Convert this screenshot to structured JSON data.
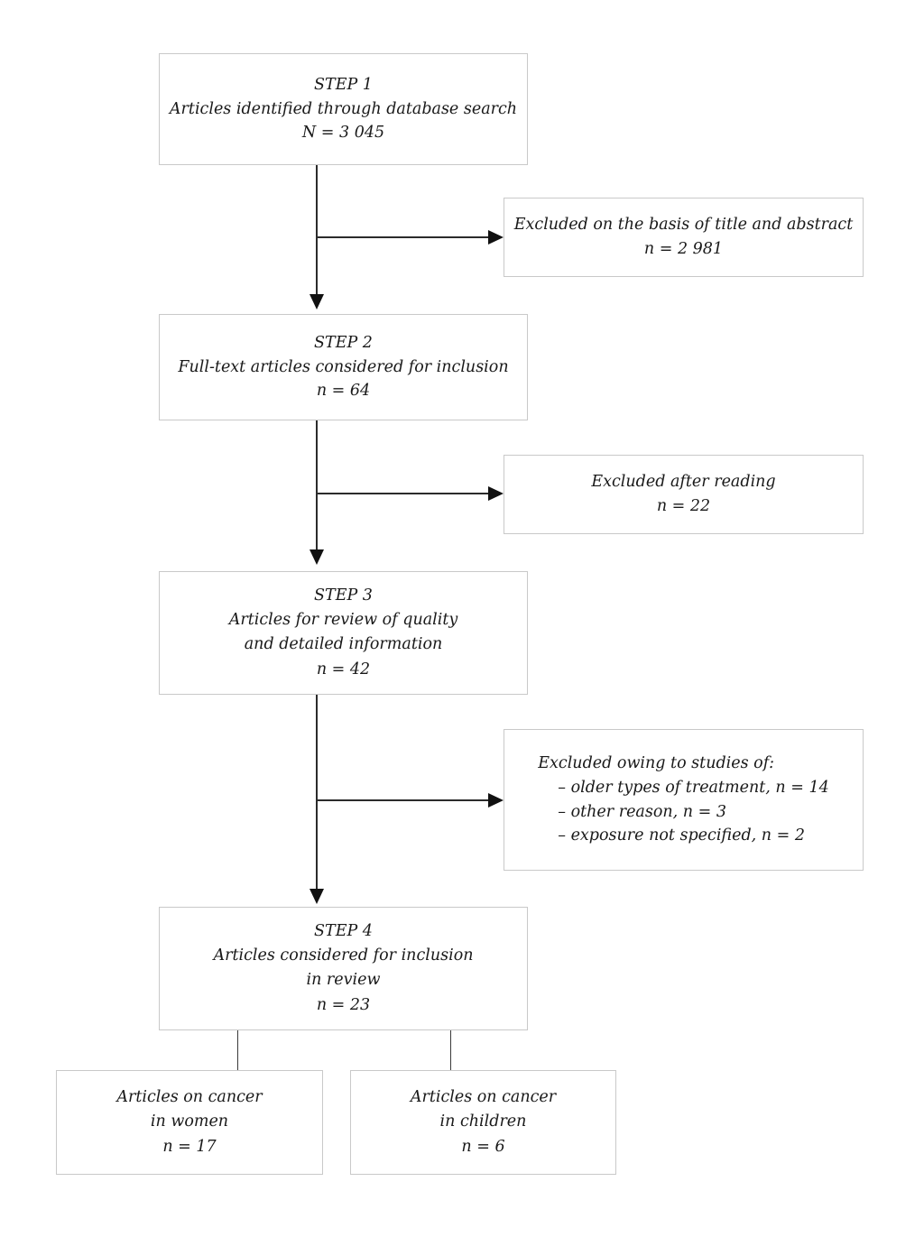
{
  "figure": {
    "type": "flowchart",
    "kind": "prisma-study-selection",
    "background_color": "#ffffff",
    "box_border_color": "#c9c9c9",
    "connector_color": "#2b2b2b"
  },
  "steps": [
    {
      "id": "step1",
      "label": "STEP 1",
      "description": "Articles identified through database search",
      "count_line": "N = 3 045"
    },
    {
      "id": "step2",
      "label": "STEP 2",
      "description": "Full-text articles considered for inclusion",
      "count_line": "n = 64"
    },
    {
      "id": "step3",
      "label": "STEP 3",
      "description_line1": "Articles for review of quality",
      "description_line2": "and detailed information",
      "count_line": "n = 42"
    },
    {
      "id": "step4",
      "label": "STEP 4",
      "description_line1": "Articles considered for inclusion",
      "description_line2": "in review",
      "count_line": "n = 23"
    }
  ],
  "exclusions": [
    {
      "id": "excluded1",
      "title": "Excluded on the basis of title and abstract",
      "count_line": "n = 2 981"
    },
    {
      "id": "excluded2",
      "title": "Excluded after reading",
      "count_line": "n = 22"
    },
    {
      "id": "excluded3",
      "header": "Excluded owing to studies of:",
      "items": [
        "– older types of treatment, n = 14",
        "– other reason, n = 3",
        "– exposure not specified, n = 2"
      ]
    }
  ],
  "outcomes": [
    {
      "id": "outcome-women",
      "line1": "Articles on cancer",
      "line2": "in women",
      "count_line": "n = 17"
    },
    {
      "id": "outcome-children",
      "line1": "Articles on cancer",
      "line2": "in children",
      "count_line": "n = 6"
    }
  ]
}
